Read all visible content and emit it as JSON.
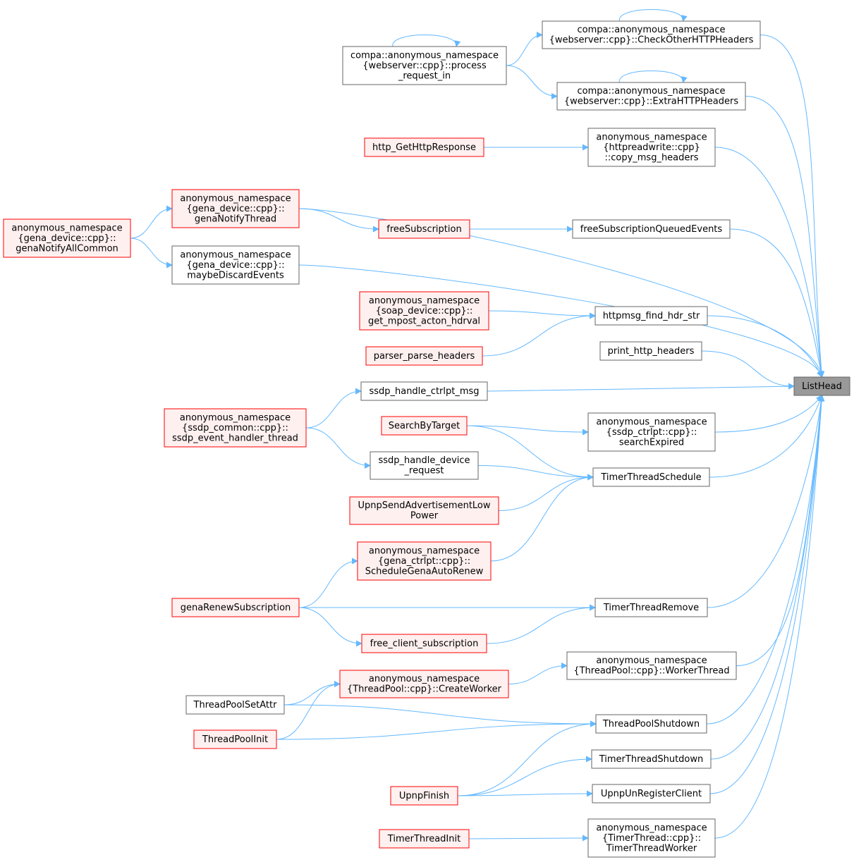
{
  "colors": {
    "edge": "#63b8ff",
    "target_fill": "#999999",
    "target_stroke": "#666666",
    "normal_fill": "#ffffff",
    "normal_stroke": "#666666",
    "red_fill": "#fff0f0",
    "red_stroke": "#ff0000"
  },
  "nodes": [
    {
      "id": "ListHead",
      "kind": "target",
      "lines": [
        "ListHead"
      ]
    },
    {
      "id": "CheckOther",
      "kind": "normal",
      "lines": [
        "compa::anonymous_namespace",
        "{webserver::cpp}::CheckOtherHTTPHeaders"
      ]
    },
    {
      "id": "ProcessReq",
      "kind": "normal",
      "lines": [
        "compa::anonymous_namespace",
        "{webserver::cpp}::process",
        "_request_in"
      ]
    },
    {
      "id": "ExtraHTTP",
      "kind": "normal",
      "lines": [
        "compa::anonymous_namespace",
        "{webserver::cpp}::ExtraHTTPHeaders"
      ]
    },
    {
      "id": "CopyMsg",
      "kind": "normal",
      "lines": [
        "anonymous_namespace",
        "{httpreadwrite::cpp}",
        "::copy_msg_headers"
      ]
    },
    {
      "id": "HttpGet",
      "kind": "red",
      "lines": [
        "http_GetHttpResponse"
      ]
    },
    {
      "id": "GenaNotifyThread",
      "kind": "red",
      "lines": [
        "anonymous_namespace",
        "{gena_device::cpp}::",
        "genaNotifyThread"
      ]
    },
    {
      "id": "GenaNotifyAll",
      "kind": "red",
      "lines": [
        "anonymous_namespace",
        "{gena_device::cpp}::",
        "genaNotifyAllCommon"
      ]
    },
    {
      "id": "FreeSub",
      "kind": "red",
      "lines": [
        "freeSubscription"
      ]
    },
    {
      "id": "FreeSubQueued",
      "kind": "normal",
      "lines": [
        "freeSubscriptionQueuedEvents"
      ]
    },
    {
      "id": "MaybeDiscard",
      "kind": "normal",
      "lines": [
        "anonymous_namespace",
        "{gena_device::cpp}::",
        "maybeDiscardEvents"
      ]
    },
    {
      "id": "GetMpost",
      "kind": "red",
      "lines": [
        "anonymous_namespace",
        "{soap_device::cpp}::",
        "get_mpost_acton_hdrval"
      ]
    },
    {
      "id": "FindHdr",
      "kind": "normal",
      "lines": [
        "httpmsg_find_hdr_str"
      ]
    },
    {
      "id": "ParserParse",
      "kind": "red",
      "lines": [
        "parser_parse_headers"
      ]
    },
    {
      "id": "PrintHttp",
      "kind": "normal",
      "lines": [
        "print_http_headers"
      ]
    },
    {
      "id": "SsdpCtrlpt",
      "kind": "normal",
      "lines": [
        "ssdp_handle_ctrlpt_msg"
      ]
    },
    {
      "id": "SsdpEvent",
      "kind": "red",
      "lines": [
        "anonymous_namespace",
        "{ssdp_common::cpp}::",
        "ssdp_event_handler_thread"
      ]
    },
    {
      "id": "SearchByTarget",
      "kind": "red",
      "lines": [
        "SearchByTarget"
      ]
    },
    {
      "id": "SearchExpired",
      "kind": "normal",
      "lines": [
        "anonymous_namespace",
        "{ssdp_ctrlpt::cpp}::",
        "searchExpired"
      ]
    },
    {
      "id": "SsdpDevice",
      "kind": "normal",
      "lines": [
        "ssdp_handle_device",
        "_request"
      ]
    },
    {
      "id": "TimerSchedule",
      "kind": "normal",
      "lines": [
        "TimerThreadSchedule"
      ]
    },
    {
      "id": "UpnpSendAdv",
      "kind": "red",
      "lines": [
        "UpnpSendAdvertisementLow",
        "Power"
      ]
    },
    {
      "id": "ScheduleGena",
      "kind": "red",
      "lines": [
        "anonymous_namespace",
        "{gena_ctrlpt::cpp}::",
        "ScheduleGenaAutoRenew"
      ]
    },
    {
      "id": "GenaRenew",
      "kind": "red",
      "lines": [
        "genaRenewSubscription"
      ]
    },
    {
      "id": "TimerRemove",
      "kind": "normal",
      "lines": [
        "TimerThreadRemove"
      ]
    },
    {
      "id": "FreeClient",
      "kind": "red",
      "lines": [
        "free_client_subscription"
      ]
    },
    {
      "id": "WorkerThread",
      "kind": "normal",
      "lines": [
        "anonymous_namespace",
        "{ThreadPool::cpp}::WorkerThread"
      ]
    },
    {
      "id": "CreateWorker",
      "kind": "red",
      "lines": [
        "anonymous_namespace",
        "{ThreadPool::cpp}::CreateWorker"
      ]
    },
    {
      "id": "TPSetAttr",
      "kind": "normal",
      "lines": [
        "ThreadPoolSetAttr"
      ]
    },
    {
      "id": "TPShutdown",
      "kind": "normal",
      "lines": [
        "ThreadPoolShutdown"
      ]
    },
    {
      "id": "TPInit",
      "kind": "red",
      "lines": [
        "ThreadPoolInit"
      ]
    },
    {
      "id": "TimerShutdown",
      "kind": "normal",
      "lines": [
        "TimerThreadShutdown"
      ]
    },
    {
      "id": "UpnpFinish",
      "kind": "red",
      "lines": [
        "UpnpFinish"
      ]
    },
    {
      "id": "UnRegister",
      "kind": "normal",
      "lines": [
        "UpnpUnRegisterClient"
      ]
    },
    {
      "id": "TimerInit",
      "kind": "red",
      "lines": [
        "TimerThreadInit"
      ]
    },
    {
      "id": "TimerWorker",
      "kind": "normal",
      "lines": [
        "anonymous_namespace",
        "{TimerThread::cpp}::",
        "TimerThreadWorker"
      ]
    }
  ],
  "edges": [
    [
      "CheckOther",
      "ListHead"
    ],
    [
      "CheckOther",
      "CheckOther"
    ],
    [
      "ProcessReq",
      "CheckOther"
    ],
    [
      "ProcessReq",
      "ExtraHTTP"
    ],
    [
      "ProcessReq",
      "ProcessReq"
    ],
    [
      "ExtraHTTP",
      "ListHead"
    ],
    [
      "ExtraHTTP",
      "ExtraHTTP"
    ],
    [
      "CopyMsg",
      "ListHead"
    ],
    [
      "HttpGet",
      "CopyMsg"
    ],
    [
      "GenaNotifyThread",
      "ListHead"
    ],
    [
      "GenaNotifyThread",
      "FreeSub"
    ],
    [
      "GenaNotifyAll",
      "GenaNotifyThread"
    ],
    [
      "GenaNotifyAll",
      "MaybeDiscard"
    ],
    [
      "FreeSub",
      "FreeSubQueued"
    ],
    [
      "FreeSubQueued",
      "ListHead"
    ],
    [
      "MaybeDiscard",
      "ListHead"
    ],
    [
      "GetMpost",
      "FindHdr"
    ],
    [
      "ParserParse",
      "FindHdr"
    ],
    [
      "FindHdr",
      "ListHead"
    ],
    [
      "PrintHttp",
      "ListHead"
    ],
    [
      "SsdpCtrlpt",
      "ListHead"
    ],
    [
      "SsdpEvent",
      "SsdpCtrlpt"
    ],
    [
      "SsdpEvent",
      "SsdpDevice"
    ],
    [
      "SearchByTarget",
      "SearchExpired"
    ],
    [
      "SearchByTarget",
      "TimerSchedule"
    ],
    [
      "SearchExpired",
      "ListHead"
    ],
    [
      "SsdpDevice",
      "TimerSchedule"
    ],
    [
      "UpnpSendAdv",
      "TimerSchedule"
    ],
    [
      "ScheduleGena",
      "TimerSchedule"
    ],
    [
      "TimerSchedule",
      "ListHead"
    ],
    [
      "GenaRenew",
      "ScheduleGena"
    ],
    [
      "GenaRenew",
      "TimerRemove"
    ],
    [
      "GenaRenew",
      "FreeClient"
    ],
    [
      "FreeClient",
      "TimerRemove"
    ],
    [
      "TimerRemove",
      "ListHead"
    ],
    [
      "WorkerThread",
      "ListHead"
    ],
    [
      "CreateWorker",
      "WorkerThread"
    ],
    [
      "TPSetAttr",
      "CreateWorker"
    ],
    [
      "TPSetAttr",
      "TPShutdown"
    ],
    [
      "TPInit",
      "CreateWorker"
    ],
    [
      "TPInit",
      "TPShutdown"
    ],
    [
      "TPShutdown",
      "ListHead"
    ],
    [
      "UpnpFinish",
      "TPShutdown"
    ],
    [
      "UpnpFinish",
      "TimerShutdown"
    ],
    [
      "UpnpFinish",
      "UnRegister"
    ],
    [
      "TimerShutdown",
      "ListHead"
    ],
    [
      "UnRegister",
      "ListHead"
    ],
    [
      "TimerInit",
      "TimerWorker"
    ],
    [
      "TimerWorker",
      "ListHead"
    ]
  ]
}
